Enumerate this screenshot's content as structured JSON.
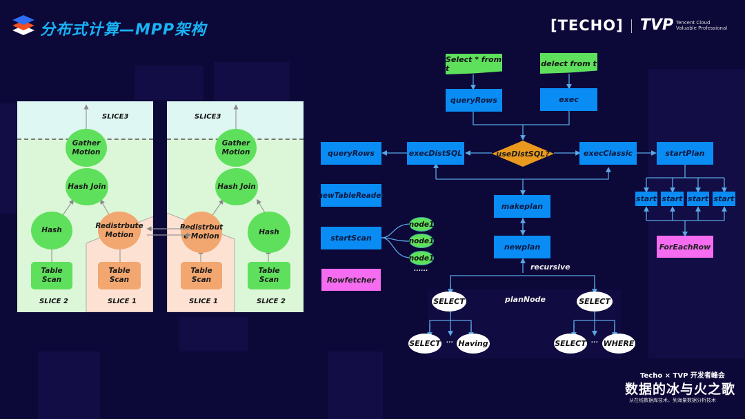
{
  "header": {
    "title": "分布式计算—MPP架构",
    "brand_techo": "[TECHO]",
    "brand_tvp": "TVP",
    "brand_tvp_line1": "Tencent Cloud",
    "brand_tvp_line2": "Valuable Professional"
  },
  "left_panel": {
    "top_slice": "SLICE3",
    "gather": "Gather Motion",
    "hash_join": "Hash Join",
    "hash": "Hash",
    "redistribute": "Redistrbute Motion",
    "table_scan": "Table Scan",
    "slice2": "SLICE 2",
    "slice1": "SLICE 1"
  },
  "right_panel": {
    "top_slice": "SLICE3",
    "gather": "Gather Motion",
    "hash_join": "Hash Join",
    "redistribute": "Redistrbut e Motion",
    "hash": "Hash",
    "table_scan": "Table Scan",
    "slice1": "SLICE 1",
    "slice2": "SLICE 2"
  },
  "flow": {
    "note_select": "Select * from t",
    "note_delete": "delect from t",
    "queryrows_top": "queryRows",
    "exec": "exec",
    "decision": "useDistSQL?",
    "execdistsql": "execDistSQL",
    "queryrows_left": "queryRows",
    "execclassic": "execClassic",
    "startplan": "startPlan",
    "start": [
      "start",
      "start",
      "start",
      "start"
    ],
    "foreachrow": "ForEachRow",
    "newtablereader": "newTableReader",
    "startscan": "startScan",
    "nodes": [
      "node1",
      "node1",
      "node1"
    ],
    "ellipsis": "......",
    "rowfetcher": "Rowfetcher",
    "makeplan": "makeplan",
    "newplan": "newplan",
    "recursive": "recursive",
    "plannode": "planNode",
    "select_left": "SELECT",
    "select_right": "SELECT",
    "child_left": [
      "SELECT",
      "...",
      "Having"
    ],
    "child_right": [
      "SELECT",
      "...",
      "WHERE"
    ]
  },
  "footer": {
    "event": "Techo × TVP 开发者峰会",
    "headline": "数据的冰与火之歌",
    "subtitle": "从在线数据库技术，到海量数据分析技术"
  }
}
